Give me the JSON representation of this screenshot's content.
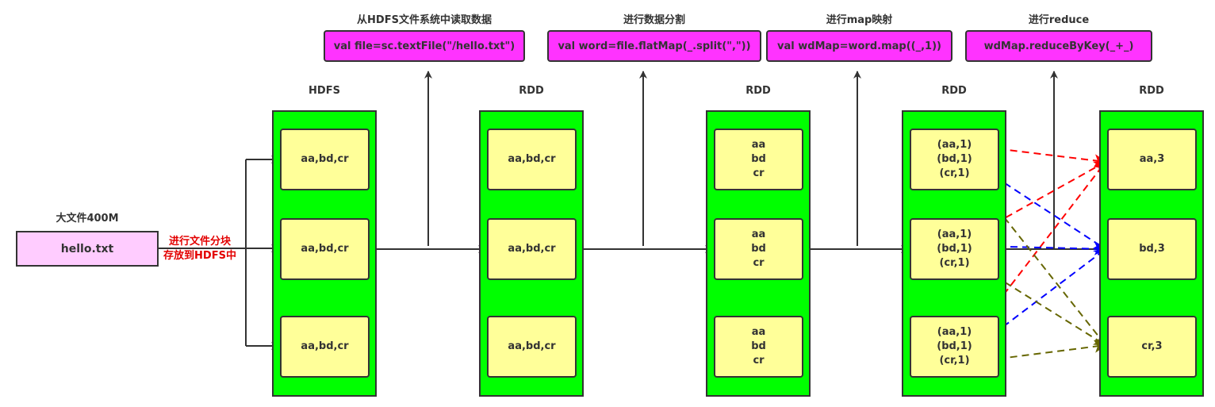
{
  "source": {
    "caption": "大文件400M",
    "file_name": "hello.txt",
    "split_note_line1": "进行文件分块",
    "split_note_line2": "存放到HDFS中"
  },
  "columns": [
    {
      "title": "HDFS",
      "blocks": [
        [
          "aa,bd,cr"
        ],
        [
          "aa,bd,cr"
        ],
        [
          "aa,bd,cr"
        ]
      ]
    },
    {
      "title": "RDD",
      "blocks": [
        [
          "aa,bd,cr"
        ],
        [
          "aa,bd,cr"
        ],
        [
          "aa,bd,cr"
        ]
      ]
    },
    {
      "title": "RDD",
      "blocks": [
        [
          "aa",
          "bd",
          "cr"
        ],
        [
          "aa",
          "bd",
          "cr"
        ],
        [
          "aa",
          "bd",
          "cr"
        ]
      ]
    },
    {
      "title": "RDD",
      "blocks": [
        [
          "(aa,1)",
          "(bd,1)",
          "(cr,1)"
        ],
        [
          "(aa,1)",
          "(bd,1)",
          "(cr,1)"
        ],
        [
          "(aa,1)",
          "(bd,1)",
          "(cr,1)"
        ]
      ]
    },
    {
      "title": "RDD",
      "blocks": [
        [
          "aa,3"
        ],
        [
          "bd,3"
        ],
        [
          "cr,3"
        ]
      ]
    }
  ],
  "operations": [
    {
      "caption": "从HDFS文件系统中读取数据",
      "code": "val file=sc.textFile(\"/hello.txt\")"
    },
    {
      "caption": "进行数据分割",
      "code": "val word=file.flatMap(_.split(\",\"))"
    },
    {
      "caption": "进行map映射",
      "code": "val wdMap=word.map((_,1))"
    },
    {
      "caption": "进行reduce",
      "code": "wdMap.reduceByKey(_+_)"
    }
  ],
  "colors": {
    "column_fill": "#00ff00",
    "block_fill": "#ffff99",
    "code_fill": "#ff33ff",
    "file_fill": "#ffccff",
    "note_text": "#e30000",
    "shuffle_aa": "#ff0000",
    "shuffle_bd": "#0000ff",
    "shuffle_cr": "#666600"
  }
}
